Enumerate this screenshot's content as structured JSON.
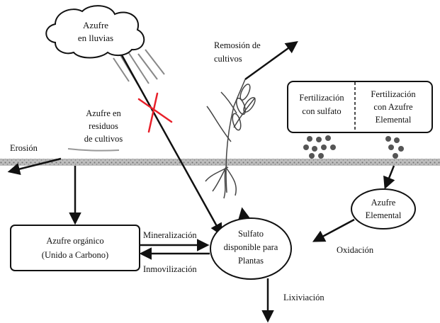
{
  "diagram": {
    "cloud_label": [
      "Azufre",
      "en lluvias"
    ],
    "crop_removal": [
      "Remosión de",
      "cultivos"
    ],
    "residues": [
      "Azufre en",
      "residuos",
      "de cultivos"
    ],
    "erosion": "Erosión",
    "fert_sulfate": [
      "Fertilización",
      "con sulfato"
    ],
    "fert_elemental": [
      "Fertilización",
      "con Azufre",
      "Elemental"
    ],
    "elemental_node": [
      "Azufre",
      "Elemental"
    ],
    "organic_node": [
      "Azufre orgánico",
      "(Unido a Carbono)"
    ],
    "mineralization": "Mineralización",
    "immobilization": "Inmovilización",
    "sulfate_node": [
      "Sulfato",
      "disponible para",
      "Plantas"
    ],
    "oxidation": "Oxidación",
    "leaching": "Lixiviación",
    "colors": {
      "ink": "#111111",
      "cross": "#e8202a",
      "soil": "#9a9a9a",
      "granule": "#555555"
    }
  }
}
